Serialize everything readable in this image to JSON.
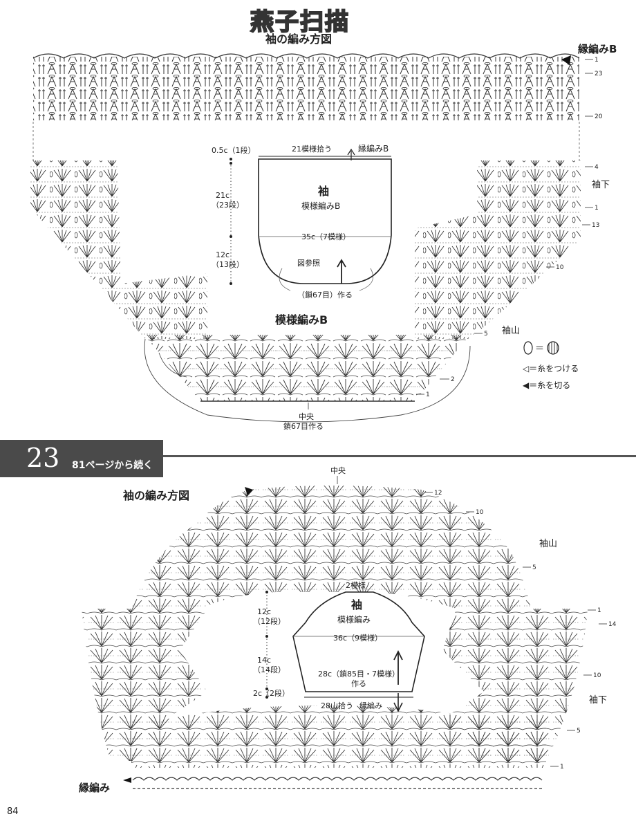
{
  "watermark": "燕子扫描",
  "top": {
    "title": "袖の編み方図",
    "edging_label": "縁編みB",
    "pattern_label": "模様編みB",
    "side_under": "袖下",
    "sleeve_cap": "袖山",
    "center": "中央",
    "start_chain": "鎖67目作る",
    "row_marks": [
      "1",
      "23",
      "20",
      "4",
      "1",
      "13",
      "10",
      "5",
      "2",
      "1"
    ],
    "schematic": {
      "pickup": "21模様拾う",
      "edging": "縁編みB",
      "name": "袖",
      "pattern": "模様編みB",
      "width": "35c（7模様）",
      "see_fig": "図参照",
      "chain": "（鎖67目）作る",
      "h1": "0.5c（1段）",
      "h2a": "21c",
      "h2b": "（23段）",
      "h3a": "12c",
      "h3b": "（13段）"
    },
    "legend": {
      "symbol_eq": "＝",
      "attach": "◁＝糸をつける",
      "cut": "◀＝糸を切る"
    }
  },
  "section": {
    "number": "23",
    "continued": "81ページから続く"
  },
  "bottom": {
    "title": "袖の編み方図",
    "center": "中央",
    "sleeve_cap": "袖山",
    "side_under": "袖下",
    "edging_label": "縁編み",
    "row_marks": [
      "12",
      "10",
      "5",
      "1",
      "14",
      "10",
      "5",
      "1"
    ],
    "schematic": {
      "top": "2模様",
      "name": "袖",
      "pattern": "模様編み",
      "width": "36c（9模様）",
      "chain_a": "28c（鎖85目・7模様）",
      "chain_b": "作る",
      "pickup": "28山拾う",
      "edging": "縁編み",
      "h1a": "12c",
      "h1b": "（12段）",
      "h2a": "14c",
      "h2b": "（14段）",
      "h3": "2c（2段）"
    }
  },
  "page_number": "84"
}
